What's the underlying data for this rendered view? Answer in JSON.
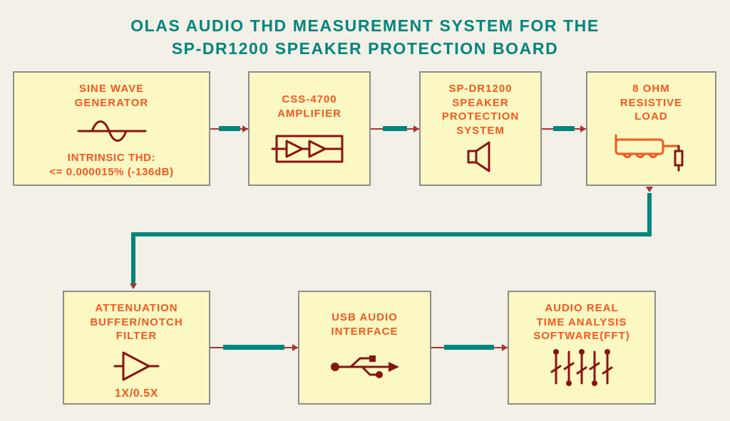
{
  "title": {
    "line1": "OLAS AUDIO THD MEASUREMENT SYSTEM FOR THE",
    "line2": "SP-DR1200 SPEAKER PROTECTION BOARD"
  },
  "colors": {
    "background": "#f3f0e7",
    "title_teal": "#00857e",
    "heading_orange": "#f5571f",
    "icon_maroon": "#8c1212",
    "box_fill": "#fbf8c3",
    "box_border": "#8d8d8d",
    "wire_teal": "#00857e",
    "wire_red": "#a8332e"
  },
  "blocks": [
    {
      "id": "sine-wave-generator",
      "lines": [
        "SINE WAVE",
        "GENERATOR"
      ],
      "icon": "sine-wave-icon",
      "note_lines": [
        "INTRINSIC THD:",
        "<= 0.000015% (-136dB)"
      ]
    },
    {
      "id": "css-4700-amplifier",
      "lines": [
        "CSS-4700",
        "AMPLIFIER"
      ],
      "icon": "amplifier-icon"
    },
    {
      "id": "sp-dr1200-speaker-protection-system",
      "lines": [
        "SP-DR1200",
        "SPEAKER",
        "PROTECTION",
        "SYSTEM"
      ],
      "icon": "speaker-icon"
    },
    {
      "id": "8-ohm-resistive-load",
      "lines": [
        "8 OHM",
        "RESISTIVE",
        "LOAD"
      ],
      "icon": "resistor-load-icon"
    },
    {
      "id": "attenuation-buffer-notch-filter",
      "lines": [
        "ATTENUATION",
        "BUFFER/NOTCH",
        "FILTER"
      ],
      "icon": "opamp-icon",
      "note_lines": [
        "1X/0.5X"
      ]
    },
    {
      "id": "usb-audio-interface",
      "lines": [
        "USB AUDIO",
        "INTERFACE"
      ],
      "icon": "usb-icon"
    },
    {
      "id": "audio-real-time-analysis-software-fft",
      "lines": [
        "AUDIO REAL",
        "TIME ANALYSIS",
        "SOFTWARE(FFT)"
      ],
      "icon": "fft-icon"
    }
  ]
}
